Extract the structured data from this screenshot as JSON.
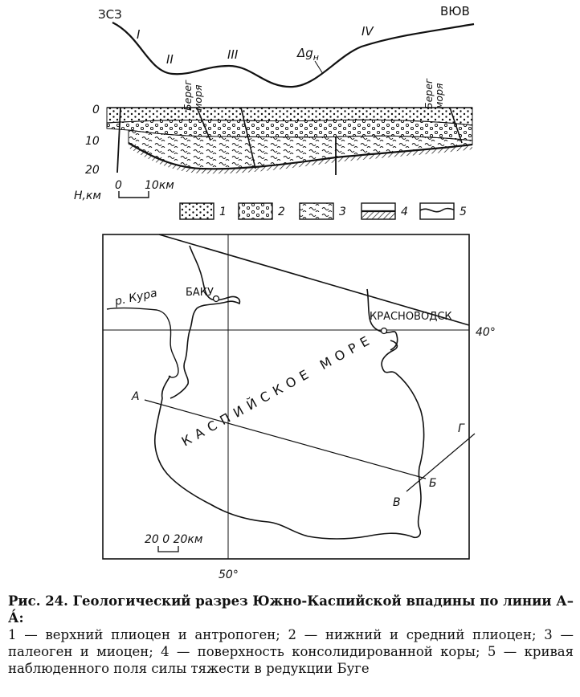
{
  "section": {
    "dir_left": "ЗСЗ",
    "dir_right": "ВЮВ",
    "roman": [
      "I",
      "II",
      "III",
      "IV"
    ],
    "gravity_label": "Δg",
    "gravity_sub": "н",
    "shore_label_top": "Берег",
    "shore_label_bottom": "моря",
    "depth_ticks": [
      "0",
      "10",
      "20"
    ],
    "depth_unit": "H,км",
    "scale_zero": "0",
    "scale_ten": "10км"
  },
  "legend": {
    "items": [
      {
        "pattern": "dots-fine",
        "number": "1"
      },
      {
        "pattern": "circles",
        "number": "2"
      },
      {
        "pattern": "waves",
        "number": "3"
      },
      {
        "pattern": "hatched-base",
        "number": "4"
      },
      {
        "pattern": "curve",
        "number": "5"
      }
    ]
  },
  "map": {
    "river": "р. Кура",
    "baku": "БАКУ",
    "krasnovodsk": "КРАСНОВОДСК",
    "sea": "КАСПИЙСКОЕ МОРЕ",
    "lat": "40°",
    "lon": "50°",
    "profile_a": "А",
    "profile_b": "Б",
    "profile_v": "В",
    "profile_g": "Г",
    "scale": "20 0 20км"
  },
  "caption": {
    "title": "Рис. 24. Геологический разрез Южно-Каспийской впадины по линии А–А́:",
    "body": "1 — верхний плиоцен и антропоген; 2 — нижний и средний плиоцен; 3 — палеоген и миоцен; 4 — поверхность консолидированной коры; 5 — кривая наблюденного поля силы тяжести в редукции Буге"
  }
}
